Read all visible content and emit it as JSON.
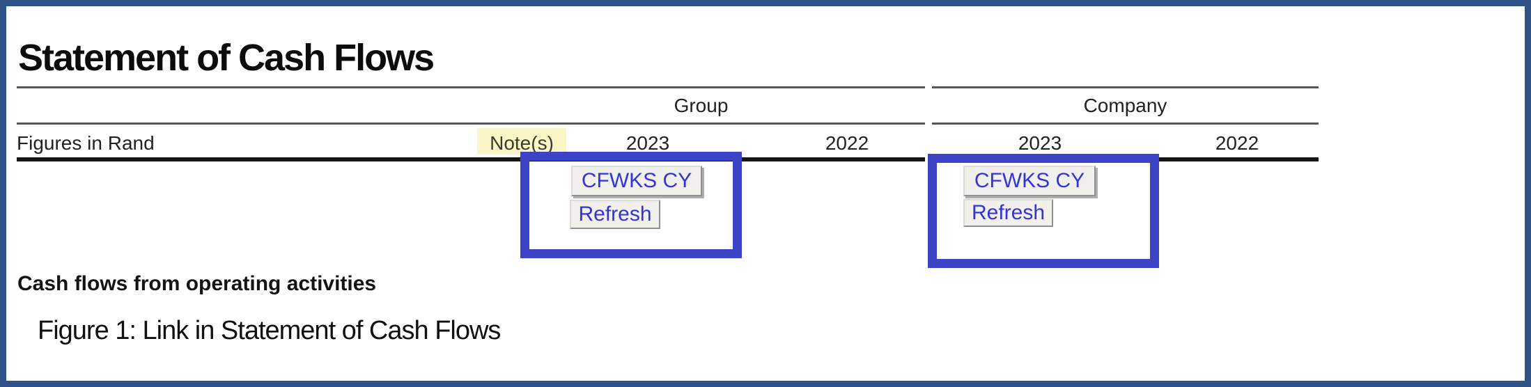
{
  "page": {
    "title": "Statement of Cash Flows"
  },
  "table": {
    "row_label": "Figures in Rand",
    "notes_label": "Note(s)",
    "sections": [
      {
        "name": "Group",
        "years": [
          "2023",
          "2022"
        ]
      },
      {
        "name": "Company",
        "years": [
          "2023",
          "2022"
        ]
      }
    ]
  },
  "link_buttons": {
    "cfwks": "CFWKS CY",
    "refresh": "Refresh"
  },
  "heading": "Cash flows from operating activities",
  "caption": "Figure 1: Link in Statement of Cash Flows",
  "colors": {
    "frame_border": "#2f5389",
    "annotation_box": "#3d43c6",
    "link_text": "#3333dd",
    "notes_highlight": "#faf6c8",
    "rule_thin": "#565656",
    "rule_thick": "#151515"
  }
}
